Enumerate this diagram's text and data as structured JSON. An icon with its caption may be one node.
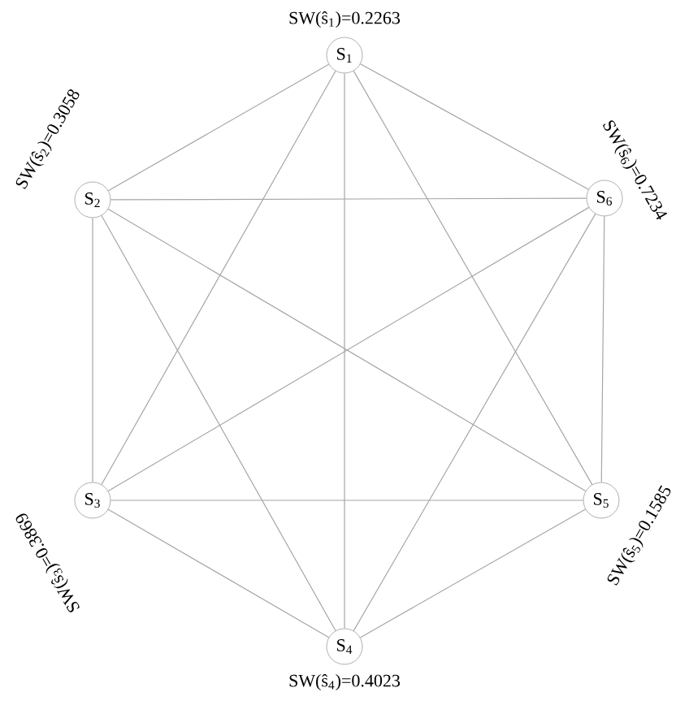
{
  "diagram": {
    "nodes": [
      {
        "text": [
          "S$_{1}$"
        ],
        "beside": [
          "SW(ŝ$_{1}$)=0.2263"
        ]
      },
      {
        "text": [
          "S$_{2}$"
        ],
        "beside": [
          "SW(ŝ$_{2}$)=0.3058"
        ]
      },
      {
        "text": [
          "S$_{3}$"
        ],
        "beside": [
          "SW(ŝ$_{3}$)=0.3869"
        ]
      },
      {
        "text": [
          "S$_{4}$"
        ],
        "beside": [
          "SW(ŝ$_{4}$)=0.4023"
        ]
      },
      {
        "text": [
          "S$_{5}$"
        ],
        "beside": [
          "SW(ŝ$_{5}$)=0.1585"
        ]
      },
      {
        "text": [
          "S$_{6}$"
        ],
        "beside": [
          "SW(ŝ$_{6}$)=0.7234"
        ]
      }
    ],
    "edges": [
      {
        "from": 0,
        "to": 1,
        "arrow": "none"
      },
      {
        "from": 0,
        "to": 2,
        "arrow": "none"
      },
      {
        "from": 0,
        "to": 3,
        "arrow": "none"
      },
      {
        "from": 0,
        "to": 4,
        "arrow": "none"
      },
      {
        "from": 0,
        "to": 5,
        "arrow": "none"
      },
      {
        "from": 1,
        "to": 2,
        "arrow": "none"
      },
      {
        "from": 1,
        "to": 3,
        "arrow": "none"
      },
      {
        "from": 1,
        "to": 4,
        "arrow": "none"
      },
      {
        "from": 1,
        "to": 5,
        "arrow": "none"
      },
      {
        "from": 2,
        "to": 3,
        "arrow": "none"
      },
      {
        "from": 2,
        "to": 4,
        "arrow": "none"
      },
      {
        "from": 2,
        "to": 5,
        "arrow": "none"
      },
      {
        "from": 3,
        "to": 4,
        "arrow": "none"
      },
      {
        "from": 3,
        "to": 5,
        "arrow": "none"
      },
      {
        "from": 4,
        "to": 5,
        "arrow": "none"
      }
    ]
  }
}
